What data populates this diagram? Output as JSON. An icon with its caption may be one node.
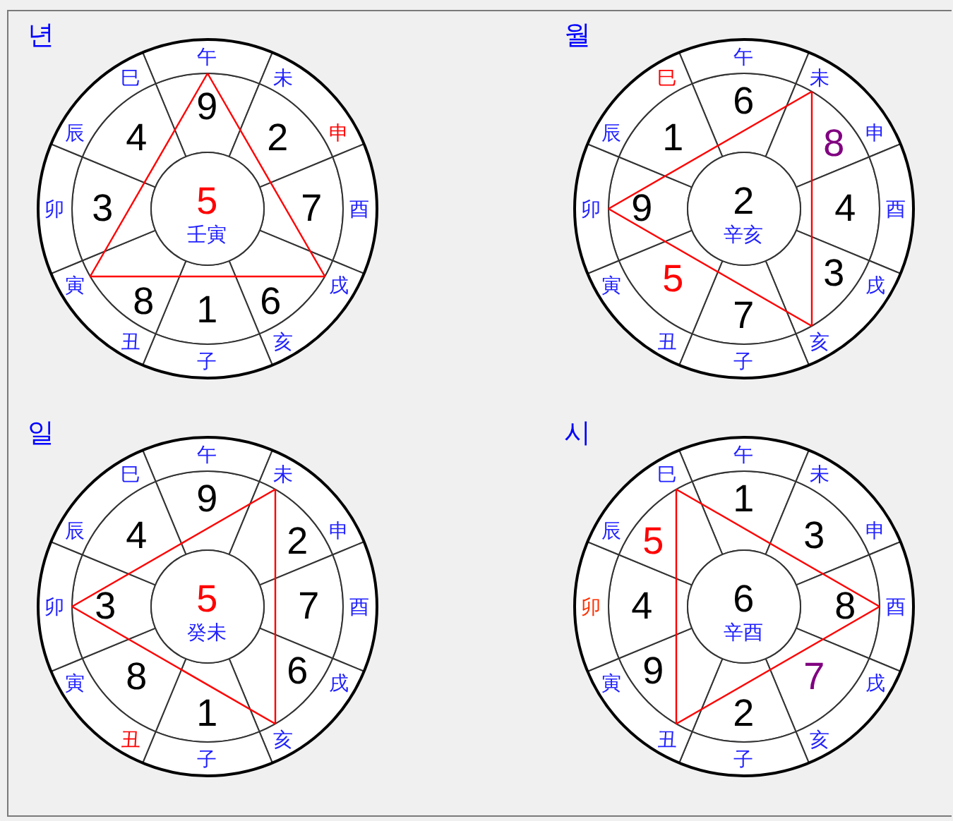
{
  "diagram": {
    "nodes": [
      {
        "text": [
          "년"
        ]
      },
      {
        "text": [
          "5",
          "壬寅"
        ],
        "in": 0
      },
      {
        "text": [
          "9"
        ],
        "in": 0
      },
      {
        "text": [
          "2"
        ],
        "in": 0
      },
      {
        "text": [
          "7"
        ],
        "in": 0
      },
      {
        "text": [
          "6"
        ],
        "in": 0
      },
      {
        "text": [
          "1"
        ],
        "in": 0
      },
      {
        "text": [
          "8"
        ],
        "in": 0
      },
      {
        "text": [
          "3"
        ],
        "in": 0
      },
      {
        "text": [
          "4"
        ],
        "in": 0
      },
      {
        "text": [
          "午"
        ],
        "in": 0
      },
      {
        "text": [
          "未",
          "申"
        ],
        "in": 0
      },
      {
        "text": [
          "酉"
        ],
        "in": 0
      },
      {
        "text": [
          "戌",
          "亥"
        ],
        "in": 0
      },
      {
        "text": [
          "子"
        ],
        "in": 0
      },
      {
        "text": [
          "丑",
          "寅"
        ],
        "in": 0
      },
      {
        "text": [
          "卯"
        ],
        "in": 0
      },
      {
        "text": [
          "辰",
          "巳"
        ],
        "in": 0
      },
      {
        "text": [
          "월"
        ]
      },
      {
        "text": [
          "2",
          "辛亥"
        ],
        "in": 18
      },
      {
        "text": [
          "6"
        ],
        "in": 18
      },
      {
        "text": [
          "8"
        ],
        "in": 18
      },
      {
        "text": [
          "4"
        ],
        "in": 18
      },
      {
        "text": [
          "3"
        ],
        "in": 18
      },
      {
        "text": [
          "7"
        ],
        "in": 18
      },
      {
        "text": [
          "5"
        ],
        "in": 18
      },
      {
        "text": [
          "9"
        ],
        "in": 18
      },
      {
        "text": [
          "1"
        ],
        "in": 18
      },
      {
        "text": [
          "午"
        ],
        "in": 18
      },
      {
        "text": [
          "未",
          "申"
        ],
        "in": 18
      },
      {
        "text": [
          "酉"
        ],
        "in": 18
      },
      {
        "text": [
          "戌",
          "亥"
        ],
        "in": 18
      },
      {
        "text": [
          "子"
        ],
        "in": 18
      },
      {
        "text": [
          "丑",
          "寅"
        ],
        "in": 18
      },
      {
        "text": [
          "卯"
        ],
        "in": 18
      },
      {
        "text": [
          "辰",
          "巳"
        ],
        "in": 18
      },
      {
        "text": [
          "일"
        ]
      },
      {
        "text": [
          "5",
          "癸未"
        ],
        "in": 36
      },
      {
        "text": [
          "9"
        ],
        "in": 36
      },
      {
        "text": [
          "2"
        ],
        "in": 36
      },
      {
        "text": [
          "7"
        ],
        "in": 36
      },
      {
        "text": [
          "6"
        ],
        "in": 36
      },
      {
        "text": [
          "1"
        ],
        "in": 36
      },
      {
        "text": [
          "8"
        ],
        "in": 36
      },
      {
        "text": [
          "3"
        ],
        "in": 36
      },
      {
        "text": [
          "4"
        ],
        "in": 36
      },
      {
        "text": [
          "午"
        ],
        "in": 36
      },
      {
        "text": [
          "未",
          "申"
        ],
        "in": 36
      },
      {
        "text": [
          "酉"
        ],
        "in": 36
      },
      {
        "text": [
          "戌",
          "亥"
        ],
        "in": 36
      },
      {
        "text": [
          "子"
        ],
        "in": 36
      },
      {
        "text": [
          "丑",
          "寅"
        ],
        "in": 36
      },
      {
        "text": [
          "卯"
        ],
        "in": 36
      },
      {
        "text": [
          "辰",
          "巳"
        ],
        "in": 36
      },
      {
        "text": [
          "시"
        ]
      },
      {
        "text": [
          "6",
          "辛酉"
        ],
        "in": 54
      },
      {
        "text": [
          "1"
        ],
        "in": 54
      },
      {
        "text": [
          "3"
        ],
        "in": 54
      },
      {
        "text": [
          "8"
        ],
        "in": 54
      },
      {
        "text": [
          "7"
        ],
        "in": 54
      },
      {
        "text": [
          "2"
        ],
        "in": 54
      },
      {
        "text": [
          "9"
        ],
        "in": 54
      },
      {
        "text": [
          "4"
        ],
        "in": 54
      },
      {
        "text": [
          "5"
        ],
        "in": 54
      },
      {
        "text": [
          "午"
        ],
        "in": 54
      },
      {
        "text": [
          "未",
          "申"
        ],
        "in": 54
      },
      {
        "text": [
          "酉"
        ],
        "in": 54
      },
      {
        "text": [
          "戌",
          "亥"
        ],
        "in": 54
      },
      {
        "text": [
          "子"
        ],
        "in": 54
      },
      {
        "text": [
          "丑",
          "寅"
        ],
        "in": 54
      },
      {
        "text": [
          "卯"
        ],
        "in": 54
      },
      {
        "text": [
          "辰",
          "巳"
        ],
        "in": 54
      }
    ],
    "edges": [
      {
        "from": 10,
        "to": 13,
        "arrow": "none"
      },
      {
        "from": 13,
        "to": 15,
        "arrow": "none"
      },
      {
        "from": 15,
        "to": 10,
        "arrow": "none"
      },
      {
        "from": 29,
        "to": 31,
        "arrow": "none"
      },
      {
        "from": 31,
        "to": 34,
        "arrow": "none"
      },
      {
        "from": 34,
        "to": 29,
        "arrow": "none"
      },
      {
        "from": 47,
        "to": 49,
        "arrow": "none"
      },
      {
        "from": 49,
        "to": 52,
        "arrow": "none"
      },
      {
        "from": 52,
        "to": 47,
        "arrow": "none"
      },
      {
        "from": 71,
        "to": 66,
        "arrow": "none"
      },
      {
        "from": 66,
        "to": 69,
        "arrow": "none"
      },
      {
        "from": 69,
        "to": 71,
        "arrow": "none"
      }
    ]
  }
}
